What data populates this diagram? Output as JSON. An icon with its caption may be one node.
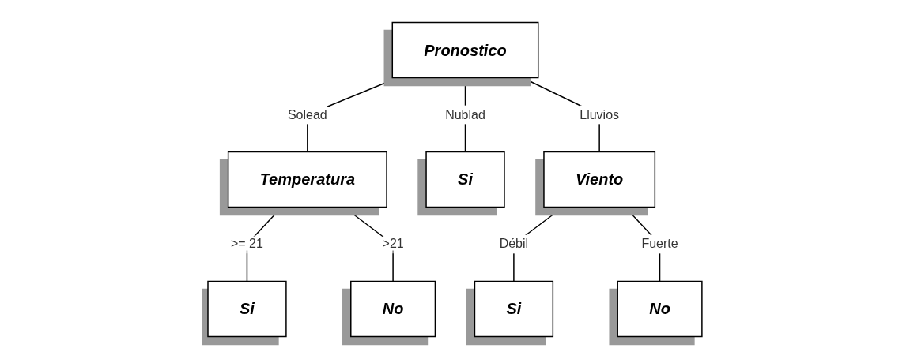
{
  "diagram": {
    "nodes": [
      {
        "text": [
          "Pronostico"
        ]
      },
      {
        "text": [
          "Temperatura"
        ]
      },
      {
        "text": [
          "Si"
        ]
      },
      {
        "text": [
          "Viento"
        ]
      },
      {
        "text": [
          "Si"
        ]
      },
      {
        "text": [
          "No"
        ]
      },
      {
        "text": [
          "Si"
        ]
      },
      {
        "text": [
          "No"
        ]
      }
    ],
    "edges": [
      {
        "from": 0,
        "to": 1,
        "arrow": "none",
        "label": "Solead"
      },
      {
        "from": 0,
        "to": 2,
        "arrow": "none",
        "label": "Nublad"
      },
      {
        "from": 0,
        "to": 3,
        "arrow": "none",
        "label": "Lluvios"
      },
      {
        "from": 1,
        "to": 4,
        "arrow": "none",
        "label": ">= 21"
      },
      {
        "from": 1,
        "to": 5,
        "arrow": "none",
        "label": ">21"
      },
      {
        "from": 3,
        "to": 6,
        "arrow": "none",
        "label": "Débil"
      },
      {
        "from": 3,
        "to": 7,
        "arrow": "none",
        "label": "Fuerte"
      }
    ]
  }
}
